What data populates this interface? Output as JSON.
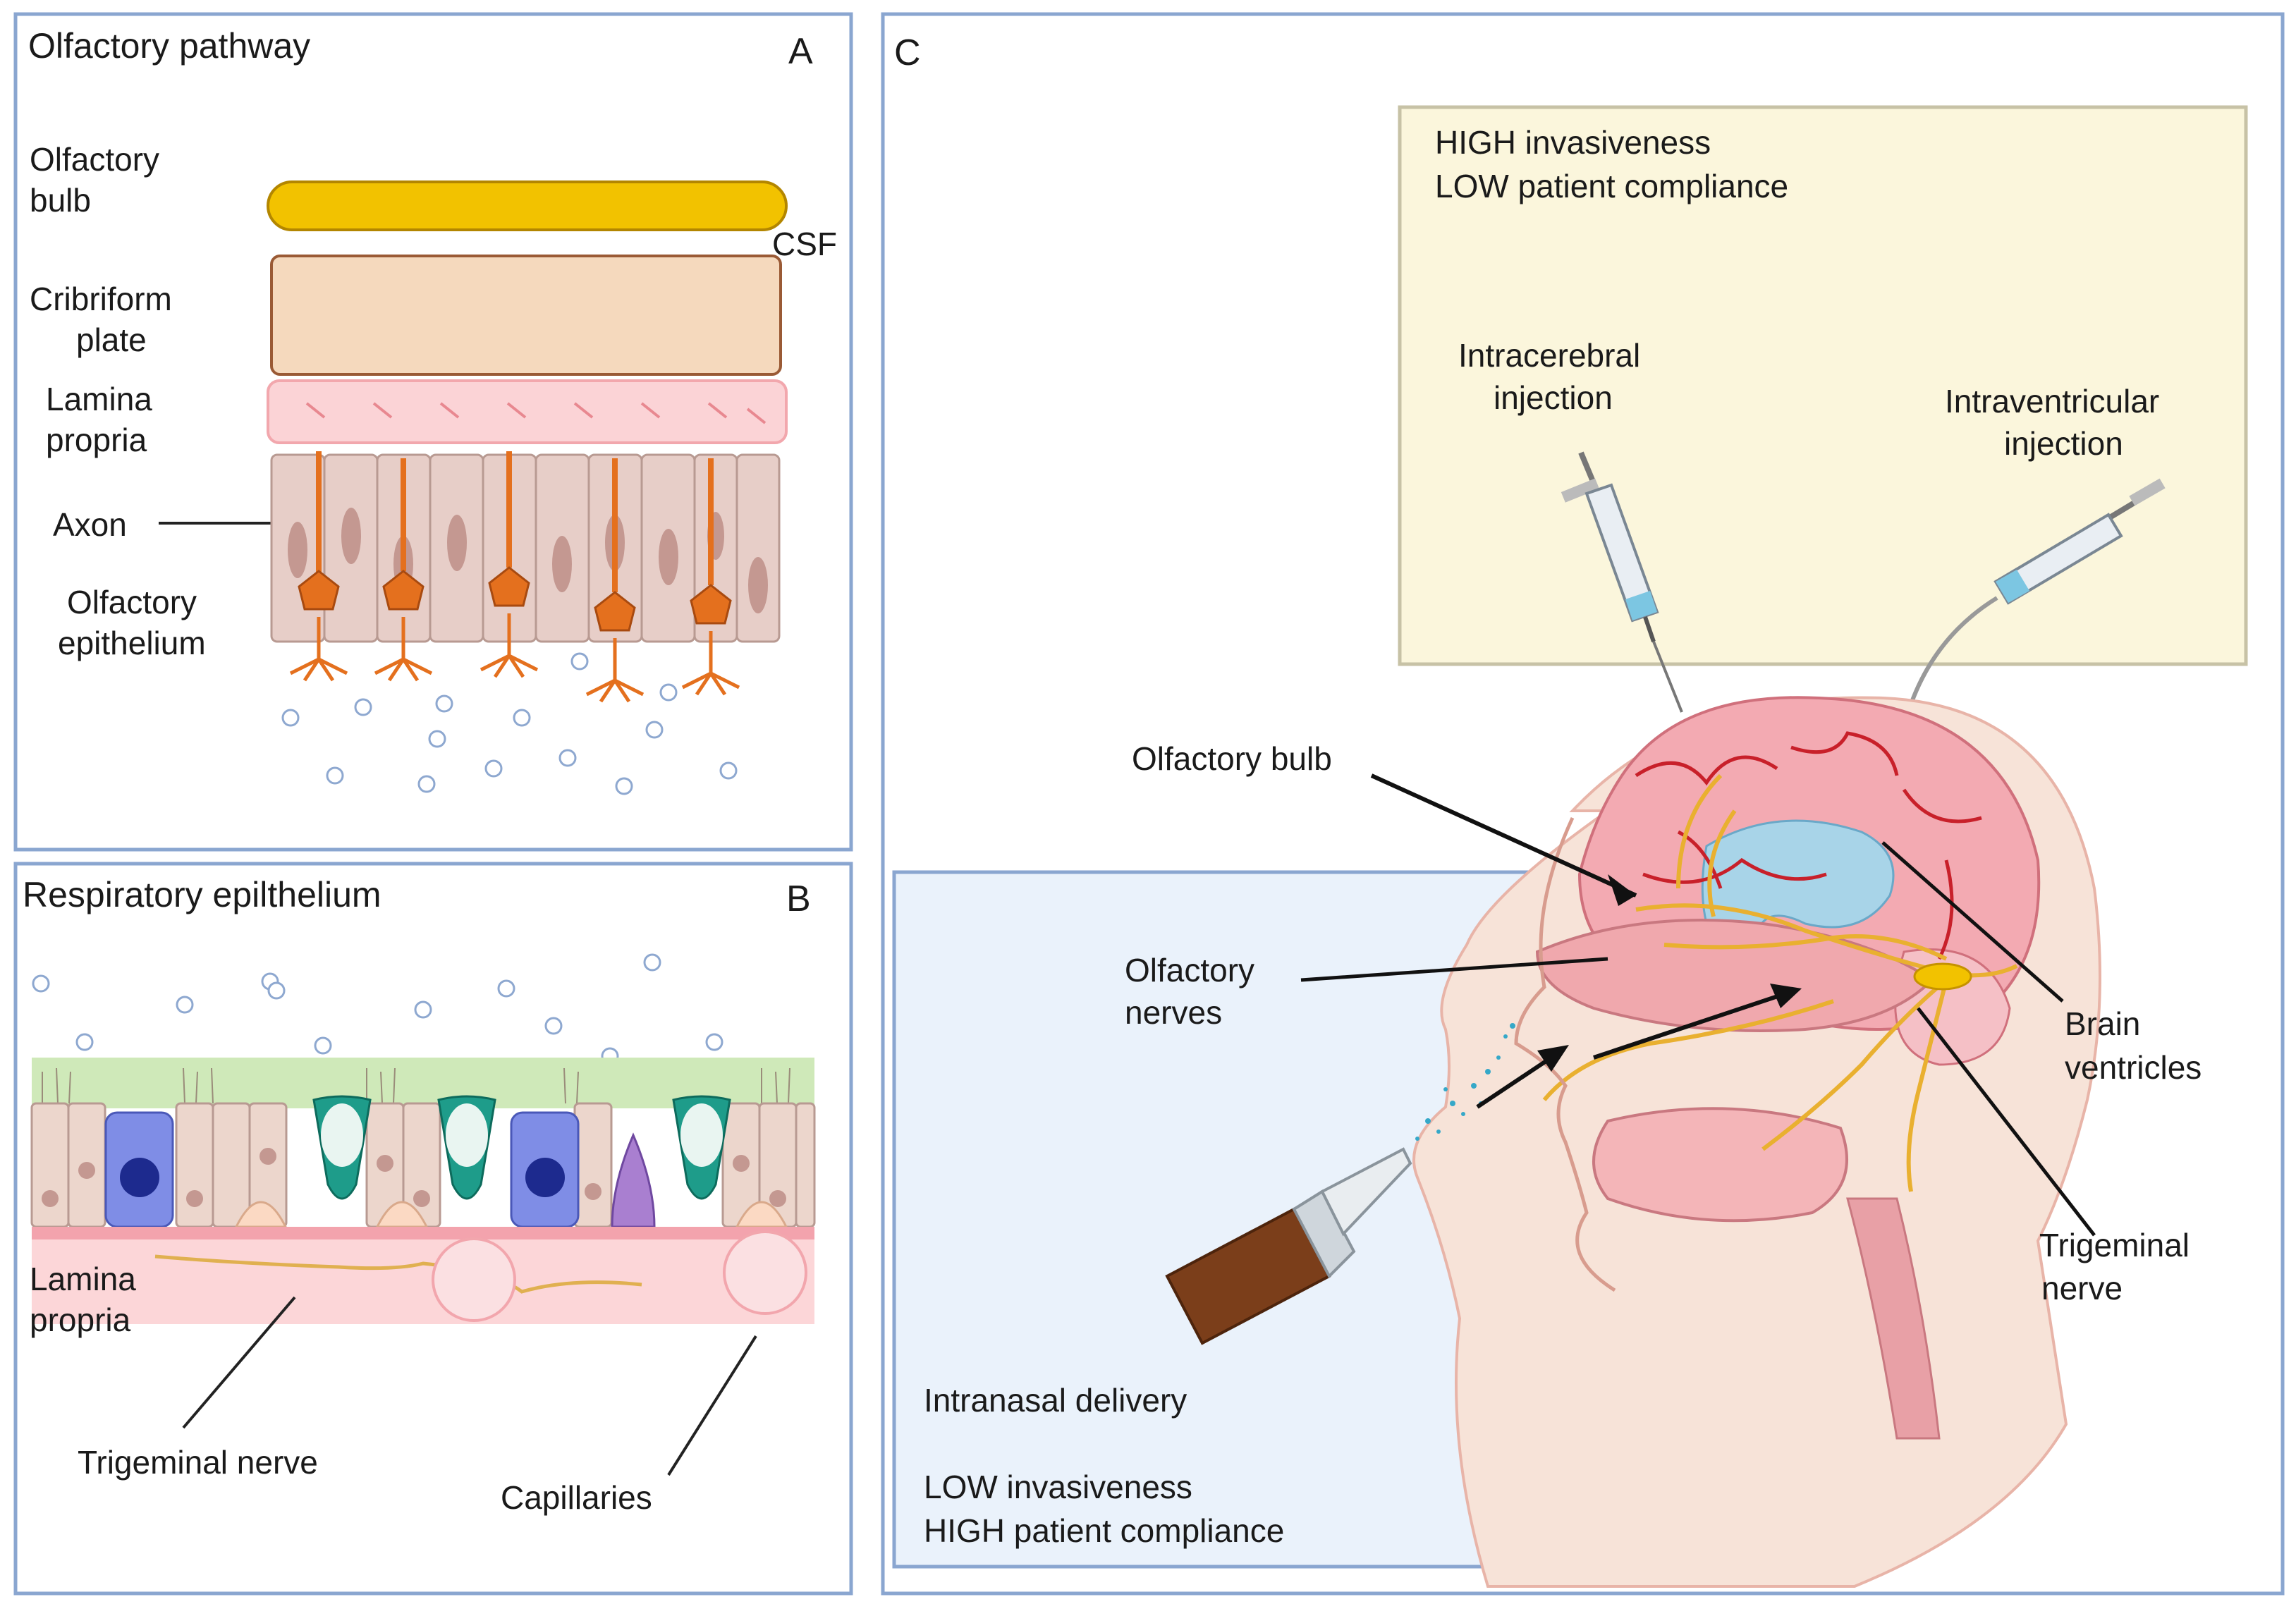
{
  "panel_a": {
    "title": "Olfactory pathway",
    "letter": "A",
    "olfactory_bulb_1": "Olfactory",
    "olfactory_bulb_2": "bulb",
    "csf": "CSF",
    "cribriform_1": "Cribriform",
    "cribriform_2": "plate",
    "lamina_1": "Lamina",
    "lamina_2": "propria",
    "axon": "Axon",
    "epithelium_1": "Olfactory",
    "epithelium_2": "epithelium"
  },
  "panel_b": {
    "title": "Respiratory epilthelium",
    "letter": "B",
    "lamina_1": "Lamina",
    "lamina_2": "propria",
    "trigeminal": "Trigeminal nerve",
    "capillaries": "Capillaries"
  },
  "panel_c": {
    "letter": "C",
    "high_box_1": "HIGH invasiveness",
    "high_box_2": "LOW  patient compliance",
    "intracerebral_1": "Intracerebral",
    "intracerebral_2": "injection",
    "intraventricular_1": "Intraventricular",
    "intraventricular_2": "injection",
    "olfactory_bulb": "Olfactory bulb",
    "olfactory_nerves_1": "Olfactory",
    "olfactory_nerves_2": "nerves",
    "brain_ventricles_1": "Brain",
    "brain_ventricles_2": "ventricles",
    "trigeminal_1": "Trigeminal",
    "trigeminal_2": "nerve",
    "intranasal": "Intranasal delivery",
    "low_box_1": "LOW invasiveness",
    "low_box_2": "HIGH patient compliance"
  },
  "colors": {
    "panel_border": "#8aa6d0",
    "bulb_yellow": "#f2c200",
    "cribriform": "#f5d9bd",
    "lamina": "#fbd3d6",
    "neuron_orange": "#e4701e",
    "high_box": "#fbf6dc",
    "low_box": "#eaf2fb",
    "nerve_yellow": "#e9b030",
    "brain_pink": "#f3aab2",
    "vessel_red": "#c8202a"
  }
}
